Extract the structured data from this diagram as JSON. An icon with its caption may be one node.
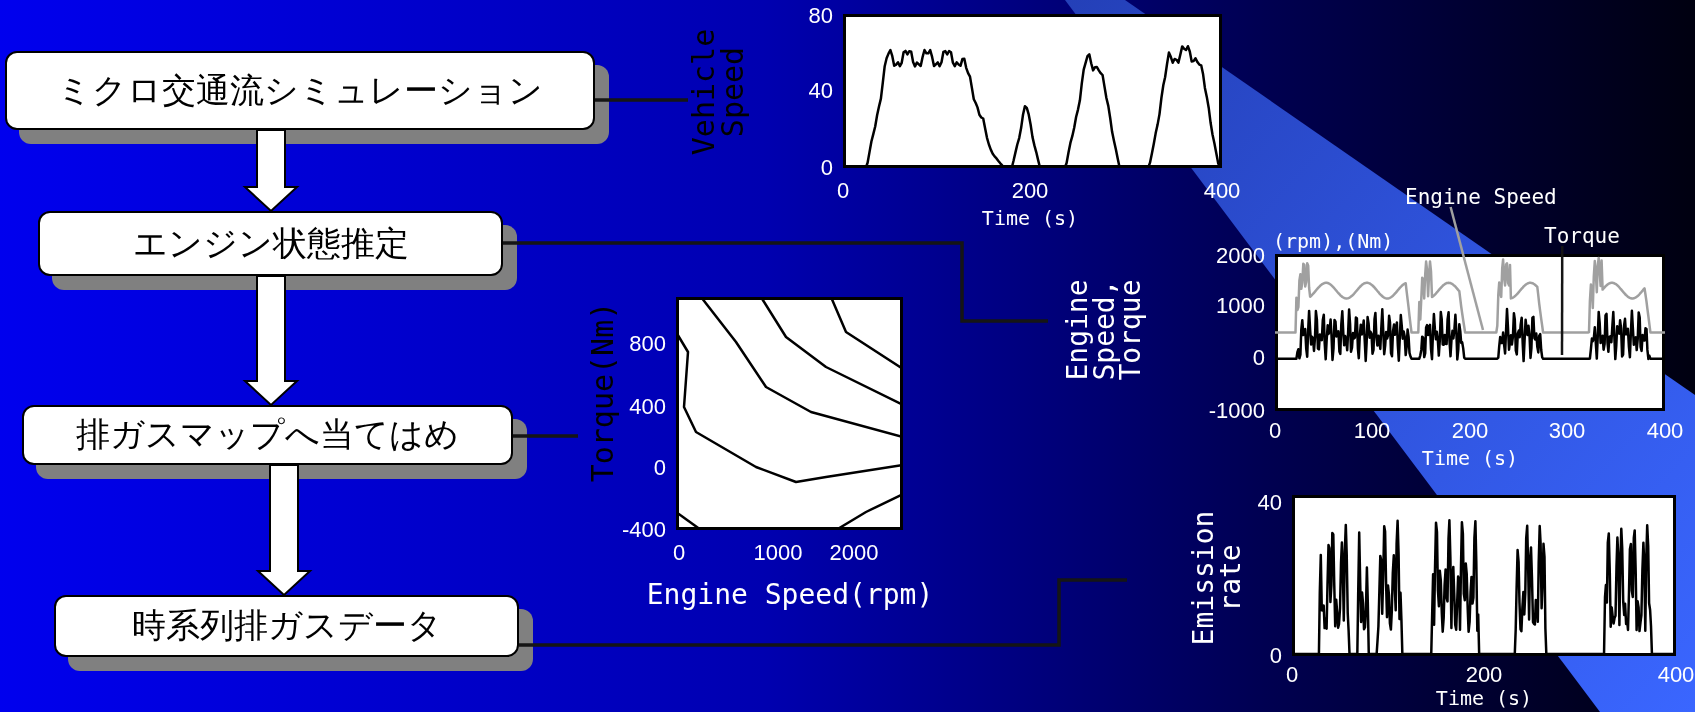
{
  "diagram": {
    "nodes": [
      {
        "text": [
          "ミクロ交通流シミュレーション"
        ]
      },
      {
        "text": [
          "エンジン状態推定"
        ]
      },
      {
        "text": [
          "排ガスマップへ当てはめ"
        ]
      },
      {
        "text": [
          "時系列排ガスデータ"
        ]
      },
      {
        "text": [
          "Vehicle Speed",
          "80",
          "40",
          "0",
          "0",
          "200",
          "400",
          "Time (s)"
        ]
      },
      {
        "text": [
          "Engine Speed"
        ]
      },
      {
        "text": [
          "Torque"
        ]
      },
      {
        "text": [
          "Engine Speed, Torque",
          "(rpm),(Nm)",
          "2000",
          "1000",
          "0",
          "-1000",
          "0",
          "100",
          "200",
          "300",
          "400",
          "Time (s)"
        ]
      },
      {
        "text": [
          "Torque(Nm)",
          "800",
          "400",
          "0",
          "-400",
          "0",
          "1000",
          "2000",
          "Engine Speed(rpm)"
        ]
      },
      {
        "text": [
          "Emission rate",
          "40",
          "0",
          "0",
          "200",
          "400",
          "Time (s)"
        ]
      }
    ],
    "edges": [
      {
        "from": 0,
        "to": 1,
        "arrow": "to",
        "style": "thick"
      },
      {
        "from": 1,
        "to": 2,
        "arrow": "to",
        "style": "thick"
      },
      {
        "from": 2,
        "to": 3,
        "arrow": "to",
        "style": "thick"
      },
      {
        "from": 0,
        "to": 4,
        "arrow": "none"
      },
      {
        "from": 1,
        "to": 7,
        "arrow": "none"
      },
      {
        "from": 2,
        "to": 8,
        "arrow": "none"
      },
      {
        "from": 3,
        "to": 9,
        "arrow": "none"
      },
      {
        "from": 5,
        "to": 7,
        "arrow": "none",
        "color": "#a0a0a0"
      },
      {
        "from": 6,
        "to": 7,
        "arrow": "none"
      }
    ]
  }
}
